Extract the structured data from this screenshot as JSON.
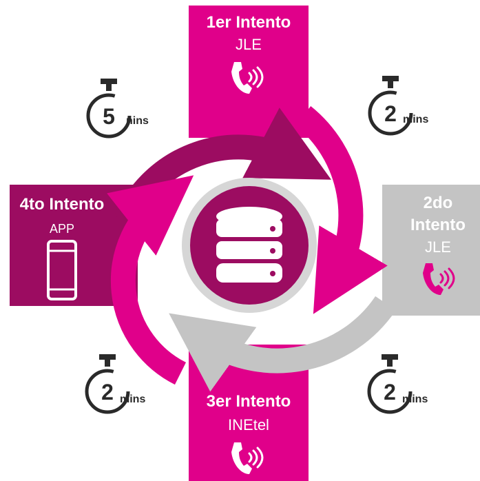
{
  "colors": {
    "magenta": "#e0008a",
    "dark_magenta": "#9c0c61",
    "gray": "#c4c4c4",
    "timer": "#2a2a2a",
    "white": "#ffffff"
  },
  "attempts": [
    {
      "title": "1er Intento",
      "channel": "JLE",
      "icon": "phone-icon"
    },
    {
      "title_line1": "2do",
      "title_line2": "Intento",
      "channel": "JLE",
      "icon": "phone-icon"
    },
    {
      "title": "3er Intento",
      "channel": "INEtel",
      "icon": "phone-icon"
    },
    {
      "title": "4to Intento",
      "channel": "APP",
      "icon": "smartphone-icon"
    }
  ],
  "timers": [
    {
      "value": "5",
      "unit": "nins"
    },
    {
      "value": "2",
      "unit": "mins"
    },
    {
      "value": "2",
      "unit": "mins"
    },
    {
      "value": "2",
      "unit": "mins"
    }
  ],
  "center": {
    "icon": "database-icon"
  }
}
